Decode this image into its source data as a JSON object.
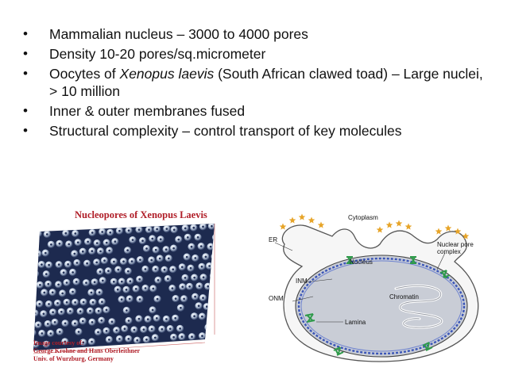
{
  "bullets": [
    {
      "text": "Mammalian nucleus – 3000 to 4000 pores"
    },
    {
      "text": "Density 10-20 pores/sq.micrometer"
    },
    {
      "pre": "Oocytes of ",
      "italic": "Xenopus laevis",
      "post": " (South African clawed toad) – Large nuclei,  > 10 million"
    },
    {
      "text": "Inner & outer membranes fused"
    },
    {
      "text": "Structural complexity – control transport of key molecules"
    }
  ],
  "micrograph": {
    "title": "Nucleopores of Xenopus Laevis",
    "credit_lines": [
      "Image courtesy of:",
      "George Krohne and Hans Oberleithner",
      "Univ. of Wurzburg, Germany"
    ]
  },
  "diagram": {
    "labels": {
      "cytoplasm": "Cytoplasm",
      "er": "ER",
      "nuclear_pore_1": "Nuclear pore",
      "nuclear_pore_2": "complex",
      "nucleus": "Nucleus",
      "inm": "INM",
      "onm": "ONM",
      "chromatin": "Chromatin",
      "lamina": "Lamina"
    },
    "colors": {
      "nucleus_fill": "#c9cdd6",
      "lamina": "#3a55b8",
      "pore": "#2e9a4a",
      "ribosome": "#e7a52a",
      "membrane_fill": "#f6f6f6"
    }
  }
}
